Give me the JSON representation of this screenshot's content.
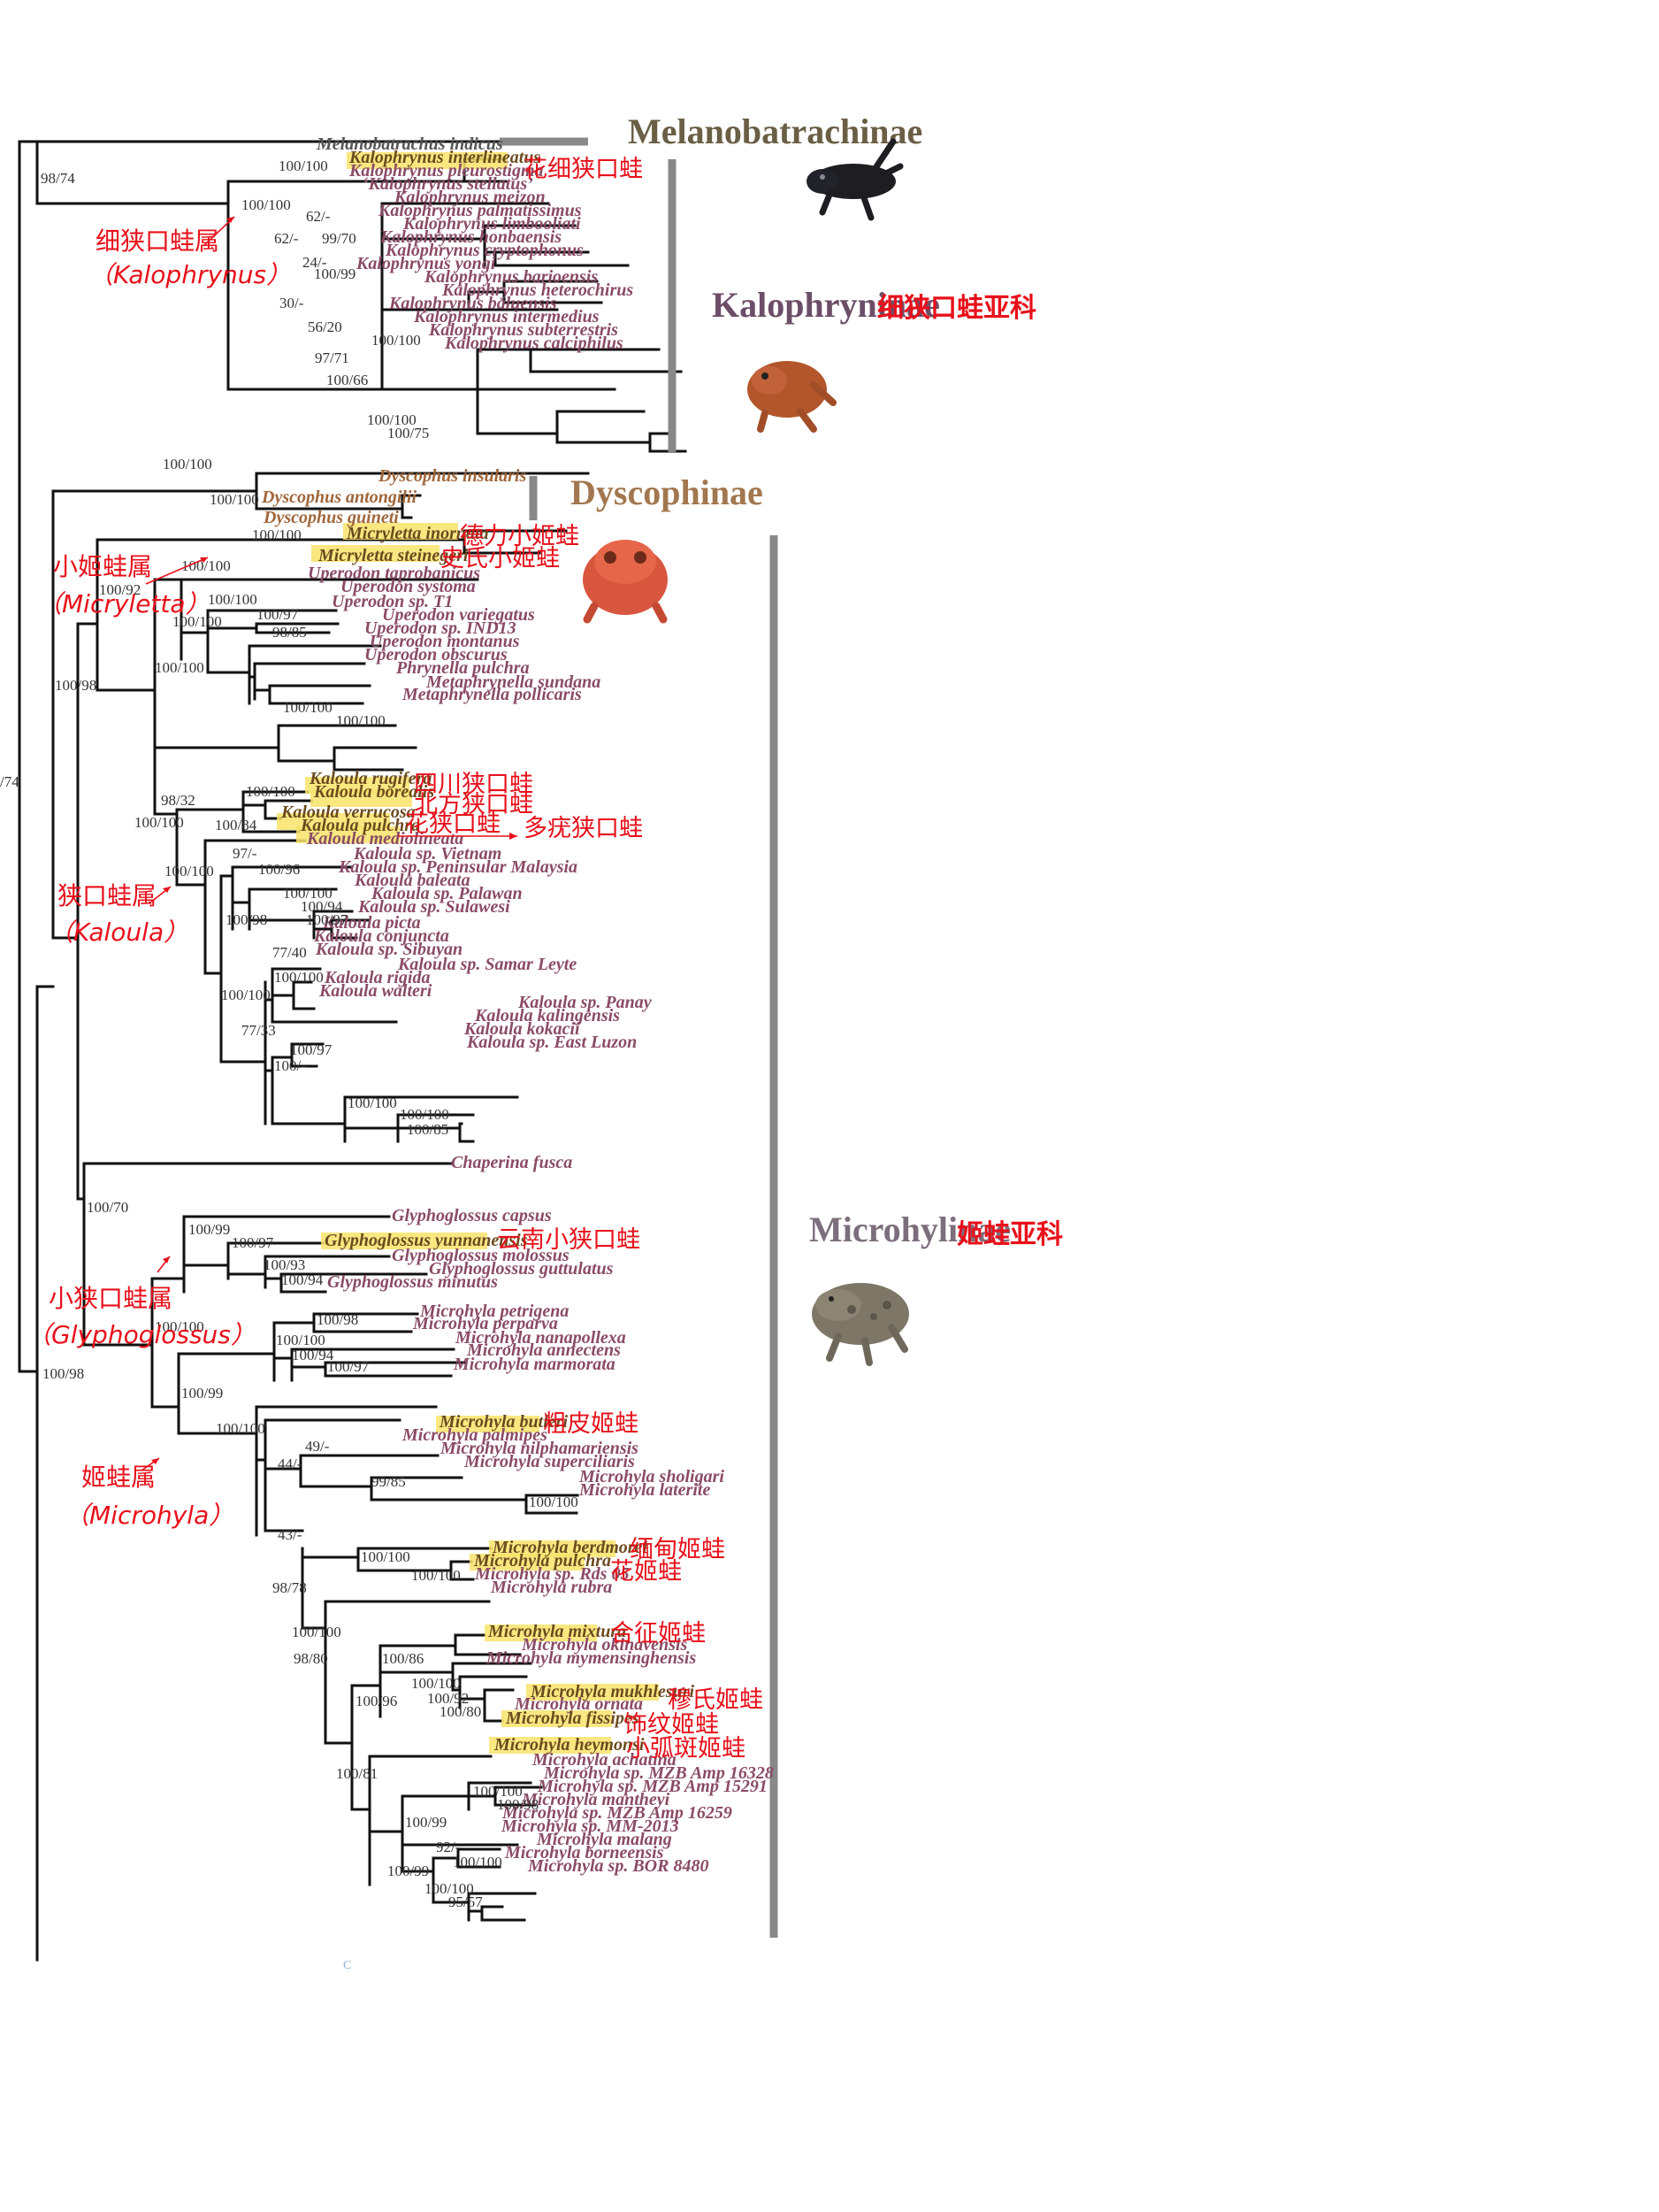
{
  "subfamilies": {
    "melanobatrachinae": {
      "label": "Melanobatrachinae"
    },
    "kalophryninae": {
      "label": "Kalophryninae",
      "cn": "细狭口蛙亚科"
    },
    "dyscophinae": {
      "label": "Dyscophinae"
    },
    "microhylinae": {
      "label": "Microhylinae",
      "cn": "姬蛙亚科"
    }
  },
  "genera": {
    "kalophrynus": {
      "cn": "细狭口蛙属",
      "latin": "（Kalophrynus）"
    },
    "micryletta": {
      "cn": "小姬蛙属",
      "latin": "（Micryletta）"
    },
    "kaloula": {
      "cn": "狭口蛙属",
      "latin": "（Kaloula）"
    },
    "glyphoglossus": {
      "cn": "小狭口蛙属",
      "latin": "（Glyphoglossus）"
    },
    "microhyla": {
      "cn": "姬蛙属",
      "latin": "（Microhyla）"
    }
  },
  "taxa": [
    "Melanobatrachus indicus",
    "Kalophrynus interlineatus",
    "Kalophrynus pleurostigma",
    "‘Kalophrynus stellatus’",
    "Kalophrynus meizon",
    "Kalophrynus palmatissimus",
    "Kalophrynus limbooliati",
    "Kalophrynus honbaensis",
    "Kalophrynus cryptophonus",
    "Kalophrynus yongi",
    "Kalophrynus barioensis",
    "Kalophrynus heterochirus",
    "Kalophrynus baluensis",
    "Kalophrynus intermedius",
    "Kalophrynus subterrestris",
    "Kalophrynus calciphilus",
    "Dyscophus insularis",
    "Dyscophus antongilii",
    "Dyscophus guineti",
    "Micryletta inornata",
    "Micryletta steinegeri",
    "Uperodon taprobanicus",
    "Uperodon systoma",
    "Uperodon sp. T1",
    "Uperodon variegatus",
    "Uperodon sp. IND13",
    "Uperodon montanus",
    "Uperodon obscurus",
    "Phrynella pulchra",
    "Metaphrynella sundana",
    "Metaphrynella pollicaris",
    "Kaloula rugifera",
    "Kaloula borealis",
    "Kaloula verrucosa",
    "Kaloula pulchra",
    "Kaloula mediolineata",
    "Kaloula sp. Vietnam",
    "Kaloula sp. Peninsular Malaysia",
    "Kaloula baleata",
    "Kaloula sp. Palawan",
    "Kaloula sp. Sulawesi",
    "Kaloula picta",
    "Kaloula conjuncta",
    "Kaloula sp. Sibuyan",
    "Kaloula sp. Samar Leyte",
    "Kaloula rigida",
    "Kaloula walteri",
    "Kaloula sp. Panay",
    "Kaloula kalingensis",
    "Kaloula kokacii",
    "Kaloula sp. East Luzon",
    "Chaperina fusca",
    "Glyphoglossus capsus",
    "Glyphoglossus yunnanensis",
    "Glyphoglossus molossus",
    "Glyphoglossus guttulatus",
    "Glyphoglossus minutus",
    "Microhyla petrigena",
    "Microhyla perparva",
    "Microhyla nanapollexa",
    "Microhyla annectens",
    "Microhyla marmorata",
    "Microhyla butleri",
    "Microhyla palmipes",
    "Microhyla nilphamariensis",
    "Microhyla superciliaris",
    "Microhyla sholigari",
    "Microhyla laterite",
    "Microhyla berdmorei",
    "Microhyla pulchra",
    "Microhyla sp. Rds 05",
    "Microhyla rubra",
    "Microhyla mixtura",
    "Microhyla okinavensis",
    "Microhyla mymensinghensis",
    "Microhyla mukhlesuri",
    "Microhyla ornata",
    "Microhyla fissipes",
    "Microhyla heymonsi",
    "Microhyla achatina",
    "Microhyla sp. MZB Amp 16328",
    "Microhyla sp. MZB Amp 15291",
    "Microhyla mantheyi",
    "Microhyla sp. MZB Amp 16259",
    "Microhyla sp. MM-2013",
    "Microhyla malang",
    "Microhyla borneensis",
    "Microhyla sp. BOR 8480"
  ],
  "cn_names": [
    "花细狭口蛙",
    "德力小姬蛙",
    "史氏小姬蛙",
    "四川狭口蛙",
    "北方狭口蛙",
    "多疣狭口蛙",
    "花狭口蛙",
    "云南小狭口蛙",
    "粗皮姬蛙",
    "缅甸姬蛙",
    "花姬蛙",
    "合征姬蛙",
    "穆氏姬蛙",
    "饰纹姬蛙",
    "小弧斑姬蛙"
  ],
  "support": [
    "98/74",
    "100/100",
    "100/100",
    "62/-",
    "62/-",
    "99/70",
    "24/-",
    "100/99",
    "30/-",
    "56/20",
    "100/100",
    "97/71",
    "100/66",
    "100/100",
    "100/75",
    "100/100",
    "100/100",
    "100/100",
    "100/92",
    "100/100",
    "100/100",
    "100/100",
    "100/97",
    "98/85",
    "100/100",
    "100/98",
    "100/100",
    "100/100",
    "98/32",
    "100/100",
    "100/84",
    "100/100",
    "100/100",
    "97/-",
    "100/96",
    "100/100",
    "100/94",
    "100/97",
    "100/98",
    "77/40",
    "100/100",
    "100/100",
    "77/33",
    "100/97",
    "100/-",
    "100/100",
    "100/100",
    "100/85",
    "100/70",
    "100/99",
    "100/97",
    "100/93",
    "100/94",
    "100/100",
    "100/98",
    "100/100",
    "100/94",
    "100/97",
    "100/99",
    "100/100",
    "49/-",
    "44/-",
    "99/85",
    "100/100",
    "43/-",
    "100/100",
    "100/100",
    "98/78",
    "100/100",
    "100/86",
    "98/80",
    "100/100",
    "100/92",
    "100/80",
    "100/96",
    "100/81",
    "100/100",
    "100/98",
    "100/99",
    "92/-",
    "100/100",
    "100/99",
    "100/100",
    "95/57",
    "100/98",
    "/74"
  ],
  "colors": {
    "branch": "#111111",
    "taxon": "#8a4b66",
    "dyscophus": "#a0663a",
    "highlight": "#f8e36a",
    "annotation_red": "#e8101a",
    "bar_gray": "#888888"
  }
}
